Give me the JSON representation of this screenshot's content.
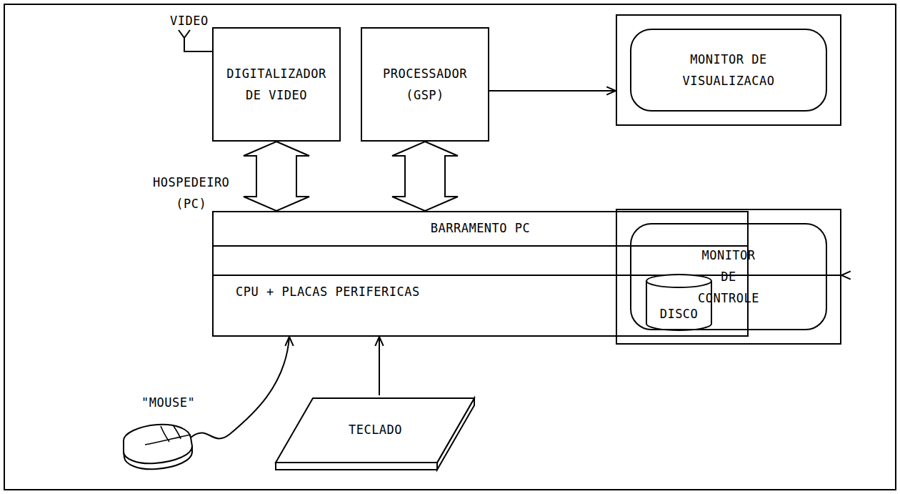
{
  "diagram": {
    "nodes": [
      {
        "text": [
          "DIGITALIZADOR DE VIDEO"
        ]
      },
      {
        "text": [
          "PROCESSADOR (GSP)"
        ]
      },
      {
        "text": [
          "MONITOR DE VISUALIZACAO"
        ]
      },
      {
        "text": [
          "HOSPEDEIRO (PC)"
        ]
      },
      {
        "text": [
          "BARRAMENTO PC"
        ],
        "in": 3
      },
      {
        "text": [
          "CPU + PLACAS PERIFERICAS"
        ],
        "in": 3
      },
      {
        "text": [
          "DISCO"
        ],
        "in": 5
      },
      {
        "text": [
          "MONITOR DE CONTROLE"
        ]
      },
      {
        "text": [
          "\"MOUSE\""
        ]
      },
      {
        "text": [
          "TECLADO"
        ]
      }
    ],
    "edges": [
      {
        "from": 0,
        "to": 4,
        "arrow": "both"
      },
      {
        "from": 1,
        "to": 4,
        "arrow": "both"
      },
      {
        "from": 1,
        "to": 2,
        "arrow": "to"
      },
      {
        "from": 5,
        "to": 7,
        "arrow": "to"
      },
      {
        "from": 8,
        "to": 5,
        "arrow": "to"
      },
      {
        "from": 9,
        "to": 5,
        "arrow": "to"
      }
    ],
    "labels": [
      "VIDEO"
    ]
  }
}
